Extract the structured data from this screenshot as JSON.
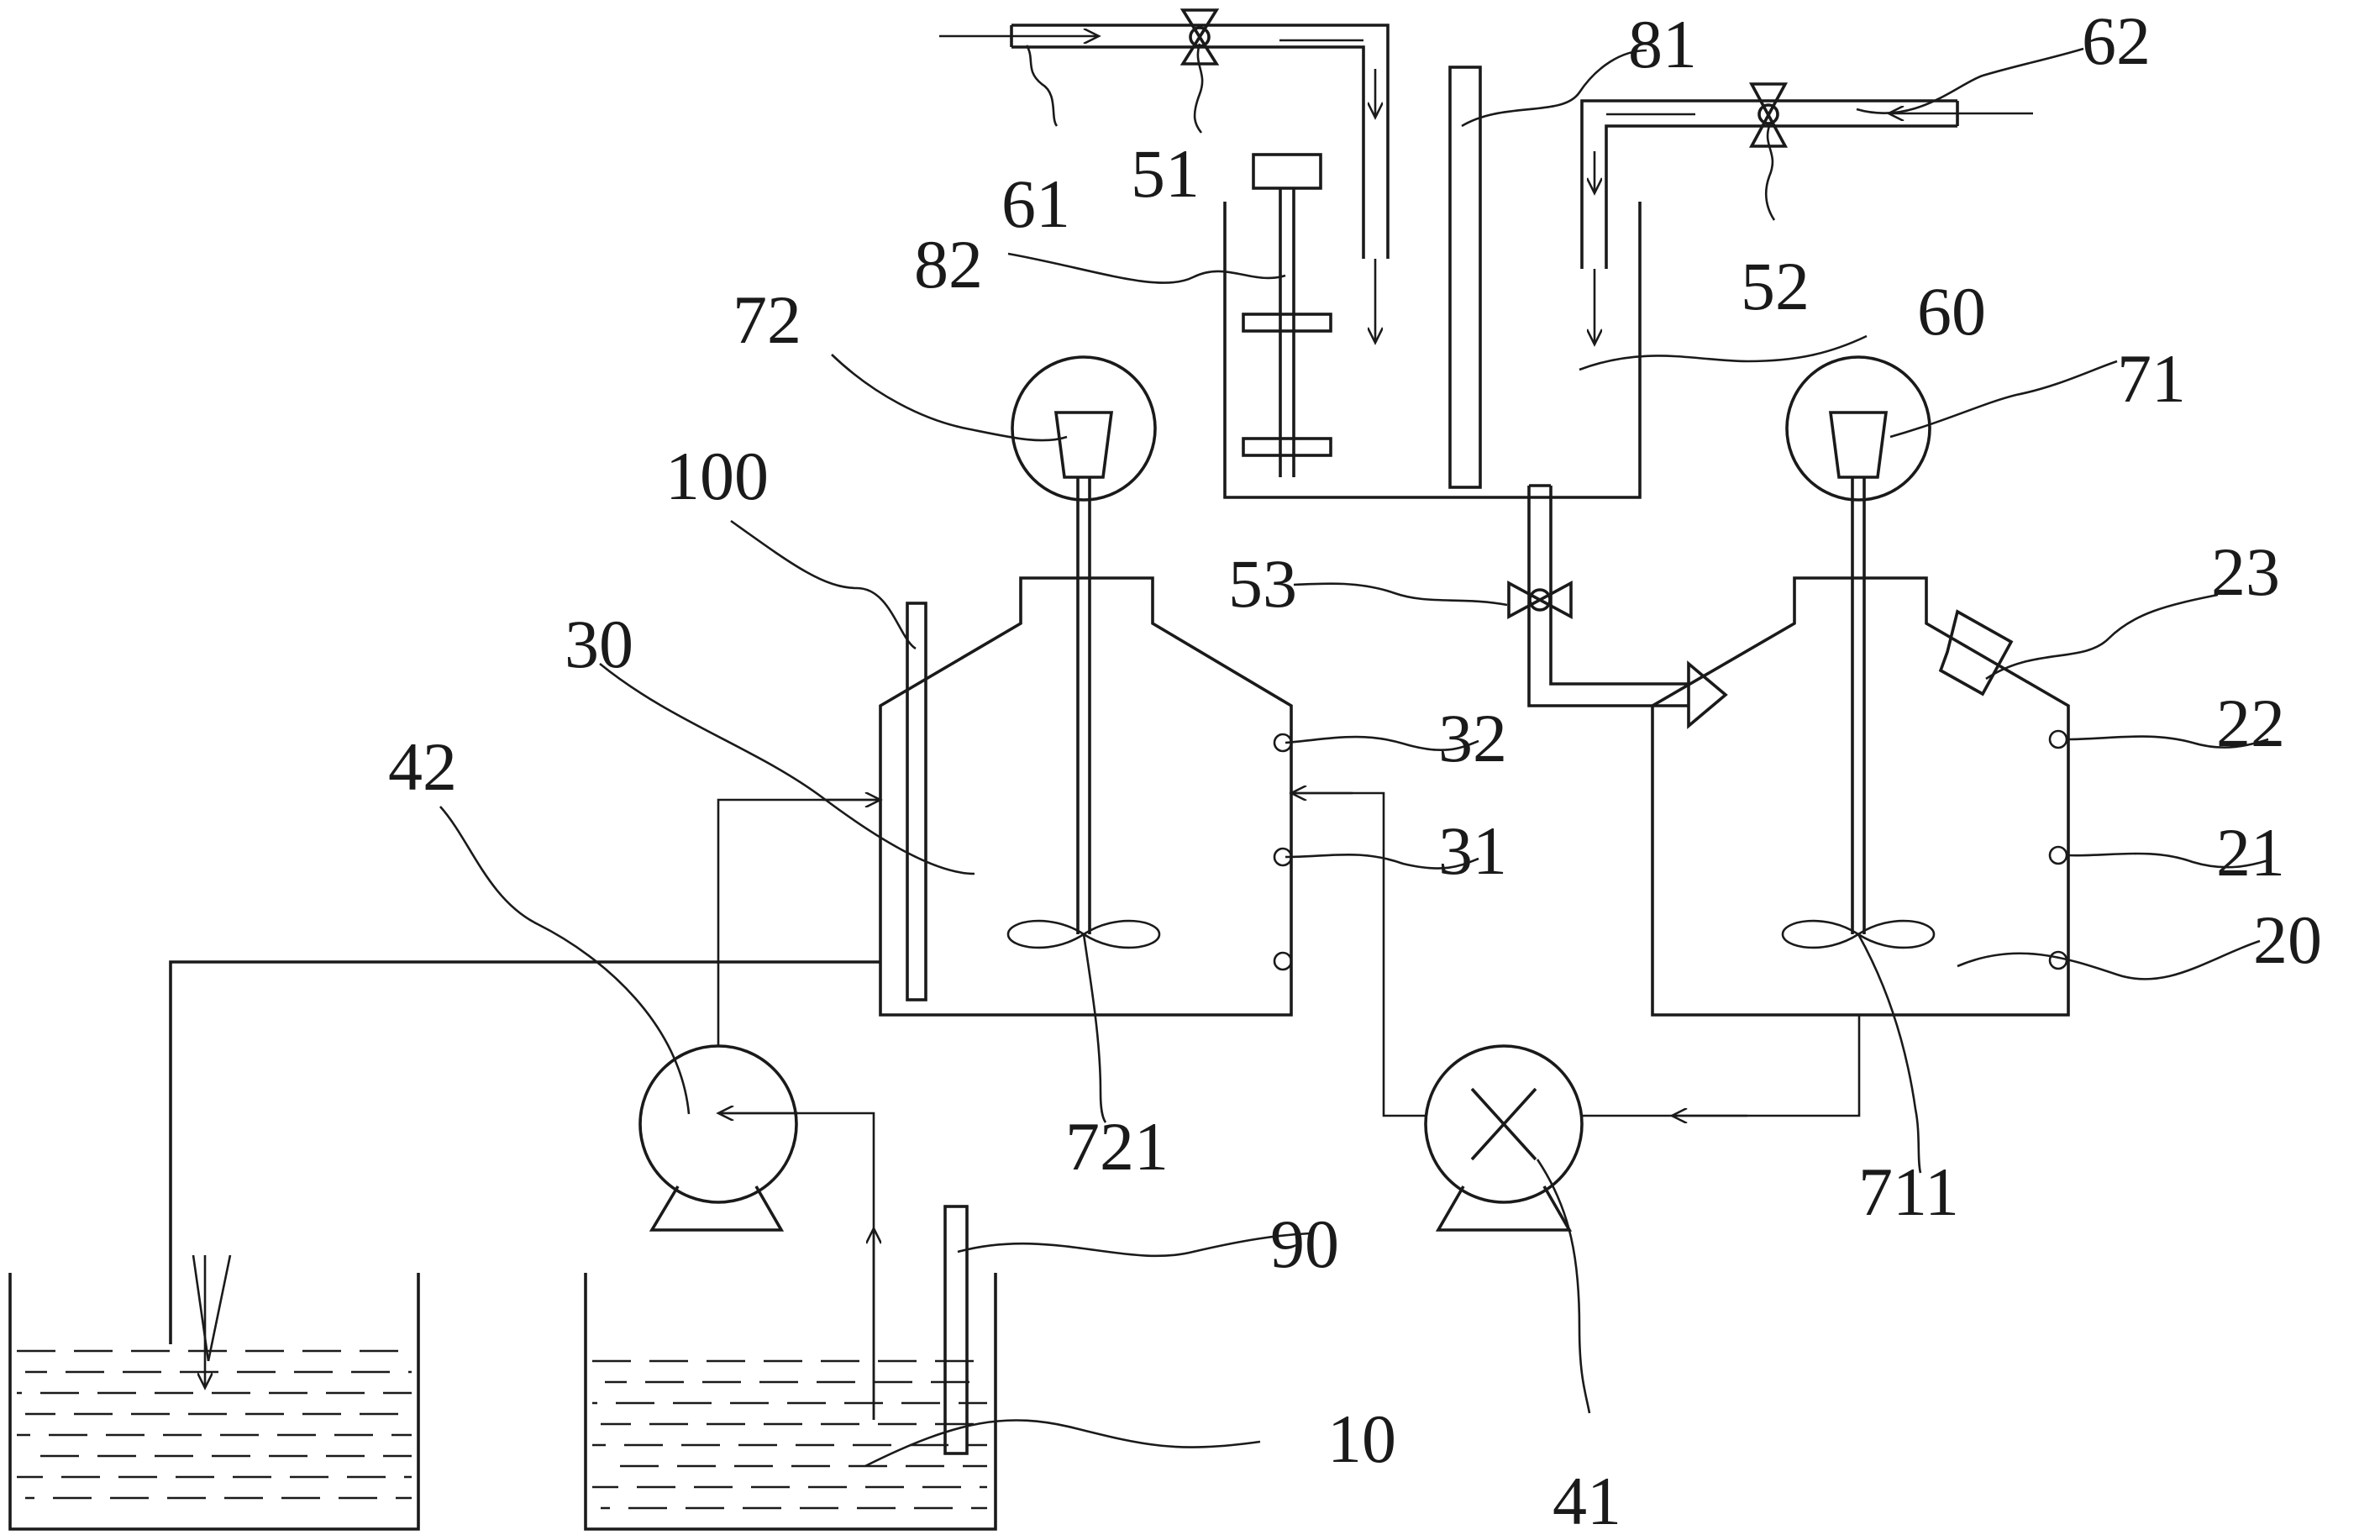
{
  "labels": {
    "l10": "10",
    "l20": "20",
    "l21": "21",
    "l22": "22",
    "l23": "23",
    "l30": "30",
    "l31": "31",
    "l32": "32",
    "l41": "41",
    "l42": "42",
    "l51": "51",
    "l52": "52",
    "l53": "53",
    "l60": "60",
    "l61": "61",
    "l62": "62",
    "l71": "71",
    "l72": "72",
    "l81": "81",
    "l82": "82",
    "l90": "90",
    "l100": "100",
    "l711": "711",
    "l721": "721"
  }
}
